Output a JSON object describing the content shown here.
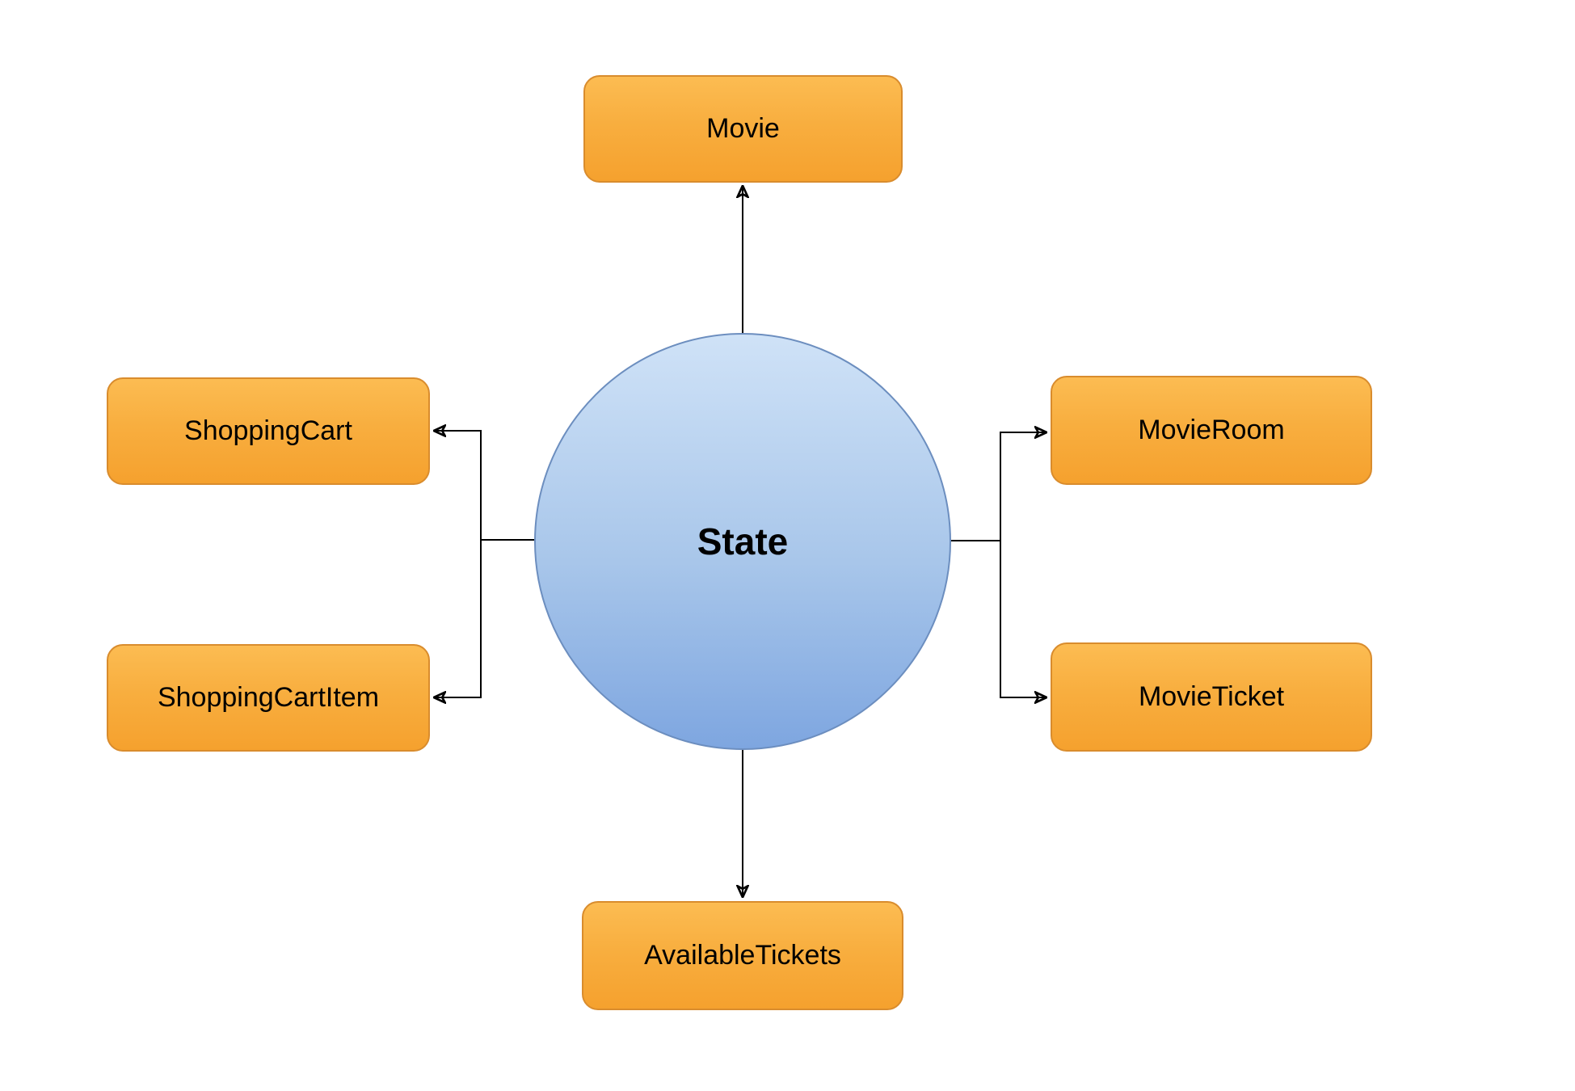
{
  "diagram": {
    "center": {
      "label": "State",
      "shape": "circle"
    },
    "nodes": [
      {
        "id": "movie",
        "label": "Movie",
        "shape": "rounded-rectangle",
        "position": "top"
      },
      {
        "id": "shopping-cart",
        "label": "ShoppingCart",
        "shape": "rounded-rectangle",
        "position": "upper-left"
      },
      {
        "id": "shopping-cart-item",
        "label": "ShoppingCartItem",
        "shape": "rounded-rectangle",
        "position": "lower-left"
      },
      {
        "id": "movie-room",
        "label": "MovieRoom",
        "shape": "rounded-rectangle",
        "position": "upper-right"
      },
      {
        "id": "movie-ticket",
        "label": "MovieTicket",
        "shape": "rounded-rectangle",
        "position": "lower-right"
      },
      {
        "id": "available-tickets",
        "label": "AvailableTickets",
        "shape": "rounded-rectangle",
        "position": "bottom"
      }
    ],
    "edges": [
      {
        "from": "State",
        "to": "Movie",
        "style": "straight",
        "arrowhead": "filled-triangle"
      },
      {
        "from": "State",
        "to": "ShoppingCart",
        "style": "elbow",
        "arrowhead": "filled-triangle"
      },
      {
        "from": "State",
        "to": "ShoppingCartItem",
        "style": "elbow",
        "arrowhead": "filled-triangle"
      },
      {
        "from": "State",
        "to": "MovieRoom",
        "style": "elbow",
        "arrowhead": "filled-triangle"
      },
      {
        "from": "State",
        "to": "MovieTicket",
        "style": "elbow",
        "arrowhead": "filled-triangle"
      },
      {
        "from": "State",
        "to": "AvailableTickets",
        "style": "straight",
        "arrowhead": "filled-triangle"
      }
    ],
    "colors": {
      "node_fill_top": "#FCBC52",
      "node_fill_bottom": "#F5A12E",
      "node_stroke": "#D98C2D",
      "center_fill_top": "#CFE2F7",
      "center_fill_bottom": "#7EA6E0",
      "center_stroke": "#6C8EBF",
      "connector": "#000000",
      "text": "#000000",
      "background": "#FFFFFF"
    }
  }
}
